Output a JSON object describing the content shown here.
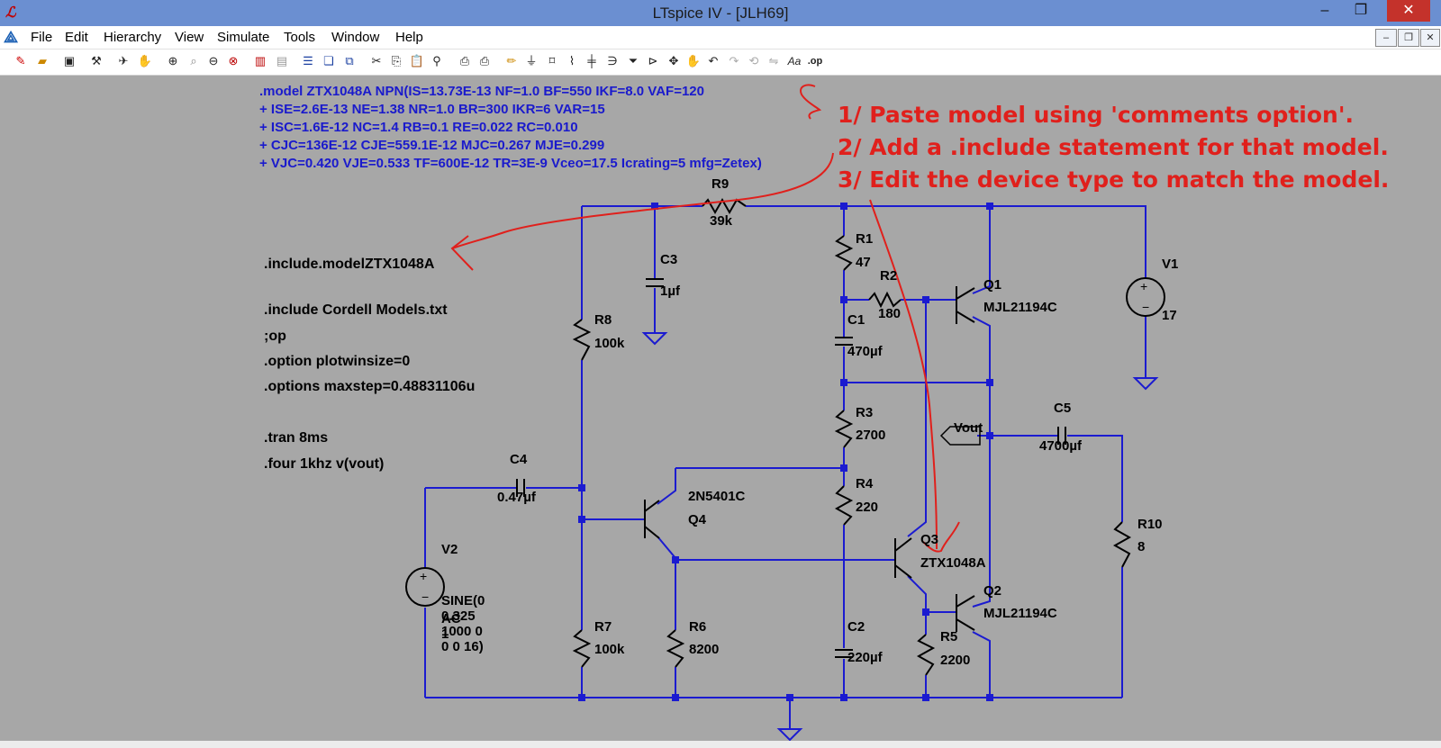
{
  "window": {
    "title": "LTspice IV - [JLH69]",
    "app_icon": "ltspice-icon",
    "controls": [
      "minimize-icon",
      "maximize-icon",
      "close-icon"
    ]
  },
  "menu": {
    "items": [
      "File",
      "Edit",
      "Hierarchy",
      "View",
      "Simulate",
      "Tools",
      "Window",
      "Help"
    ]
  },
  "toolbar": {
    "icons": [
      "new-schematic-icon",
      "open-icon",
      "save-icon",
      "control-panel-icon",
      "run-icon",
      "halt-icon",
      "zoom-in-icon",
      "zoom-pan-icon",
      "zoom-out-icon",
      "zoom-fit-icon",
      "autorange-icon",
      "cancel-icon",
      "tile-horizontal-icon",
      "cascade-icon",
      "close-all-icon",
      "cut-icon",
      "copy-icon",
      "paste-icon",
      "find-icon",
      "print-preview-icon",
      "print-icon",
      "wire-icon",
      "ground-icon",
      "label-icon",
      "resistor-icon",
      "capacitor-icon",
      "inductor-icon",
      "diode-icon",
      "component-icon",
      "move-icon",
      "drag-icon",
      "undo-icon",
      "redo-icon",
      "rotate-icon",
      "mirror-icon",
      "text-icon",
      "spice-directive-icon"
    ],
    "text_icon_label": "Aa",
    "op_label": ".op"
  },
  "schematic": {
    "model_lines": [
      ".model ZTX1048A NPN(IS=13.73E-13 NF=1.0 BF=550 IKF=8.0 VAF=120",
      "+ ISE=2.6E-13 NE=1.38 NR=1.0 BR=300 IKR=6 VAR=15",
      "+ ISC=1.6E-12 NC=1.4 RB=0.1 RE=0.022 RC=0.010",
      "+ CJC=136E-12 CJE=559.1E-12 MJC=0.267 MJE=0.299",
      "+ VJC=0.420 VJE=0.533 TF=600E-12 TR=3E-9 Vceo=17.5 Icrating=5 mfg=Zetex)"
    ],
    "directives": [
      ".include.modelZTX1048A",
      ".include Cordell Models.txt",
      ";op",
      ".option plotwinsize=0",
      ".options maxstep=0.48831106u",
      ".tran 8ms",
      ".four 1khz v(vout)"
    ],
    "annotations": [
      "1/ Paste model using 'comments option'.",
      "2/ Add a .include statement for that model.",
      "3/ Edit the device type to match the model."
    ],
    "components": {
      "R9": {
        "name": "R9",
        "value": "39k"
      },
      "R1": {
        "name": "R1",
        "value": "47"
      },
      "R2": {
        "name": "R2",
        "value": "180"
      },
      "R8": {
        "name": "R8",
        "value": "100k"
      },
      "R3": {
        "name": "R3",
        "value": "2700"
      },
      "R4": {
        "name": "R4",
        "value": "220"
      },
      "R7": {
        "name": "R7",
        "value": "100k"
      },
      "R6": {
        "name": "R6",
        "value": "8200"
      },
      "R5": {
        "name": "R5",
        "value": "2200"
      },
      "R10": {
        "name": "R10",
        "value": "8"
      },
      "C3": {
        "name": "C3",
        "value": "1µf"
      },
      "C1": {
        "name": "C1",
        "value": "470µf"
      },
      "C4": {
        "name": "C4",
        "value": "0.47µf"
      },
      "C2": {
        "name": "C2",
        "value": "220µf"
      },
      "C5": {
        "name": "C5",
        "value": "4700µf"
      },
      "Q1": {
        "name": "Q1",
        "value": "MJL21194C"
      },
      "Q2": {
        "name": "Q2",
        "value": "MJL21194C"
      },
      "Q3": {
        "name": "Q3",
        "value": "ZTX1048A"
      },
      "Q4": {
        "name": "Q4",
        "value": "2N5401C"
      },
      "V1": {
        "name": "V1",
        "value": "17"
      },
      "V2": {
        "name": "V2",
        "value": "SINE(0 0.325 1000 0 0 0 16)",
        "ac": "AC 1"
      }
    },
    "net_label": "Vout",
    "colors": {
      "wire": "#1b1bd0",
      "text": "#000000",
      "model_text": "#1a1acc",
      "annotation": "#e0201c",
      "background": "#a7a7a7"
    }
  }
}
